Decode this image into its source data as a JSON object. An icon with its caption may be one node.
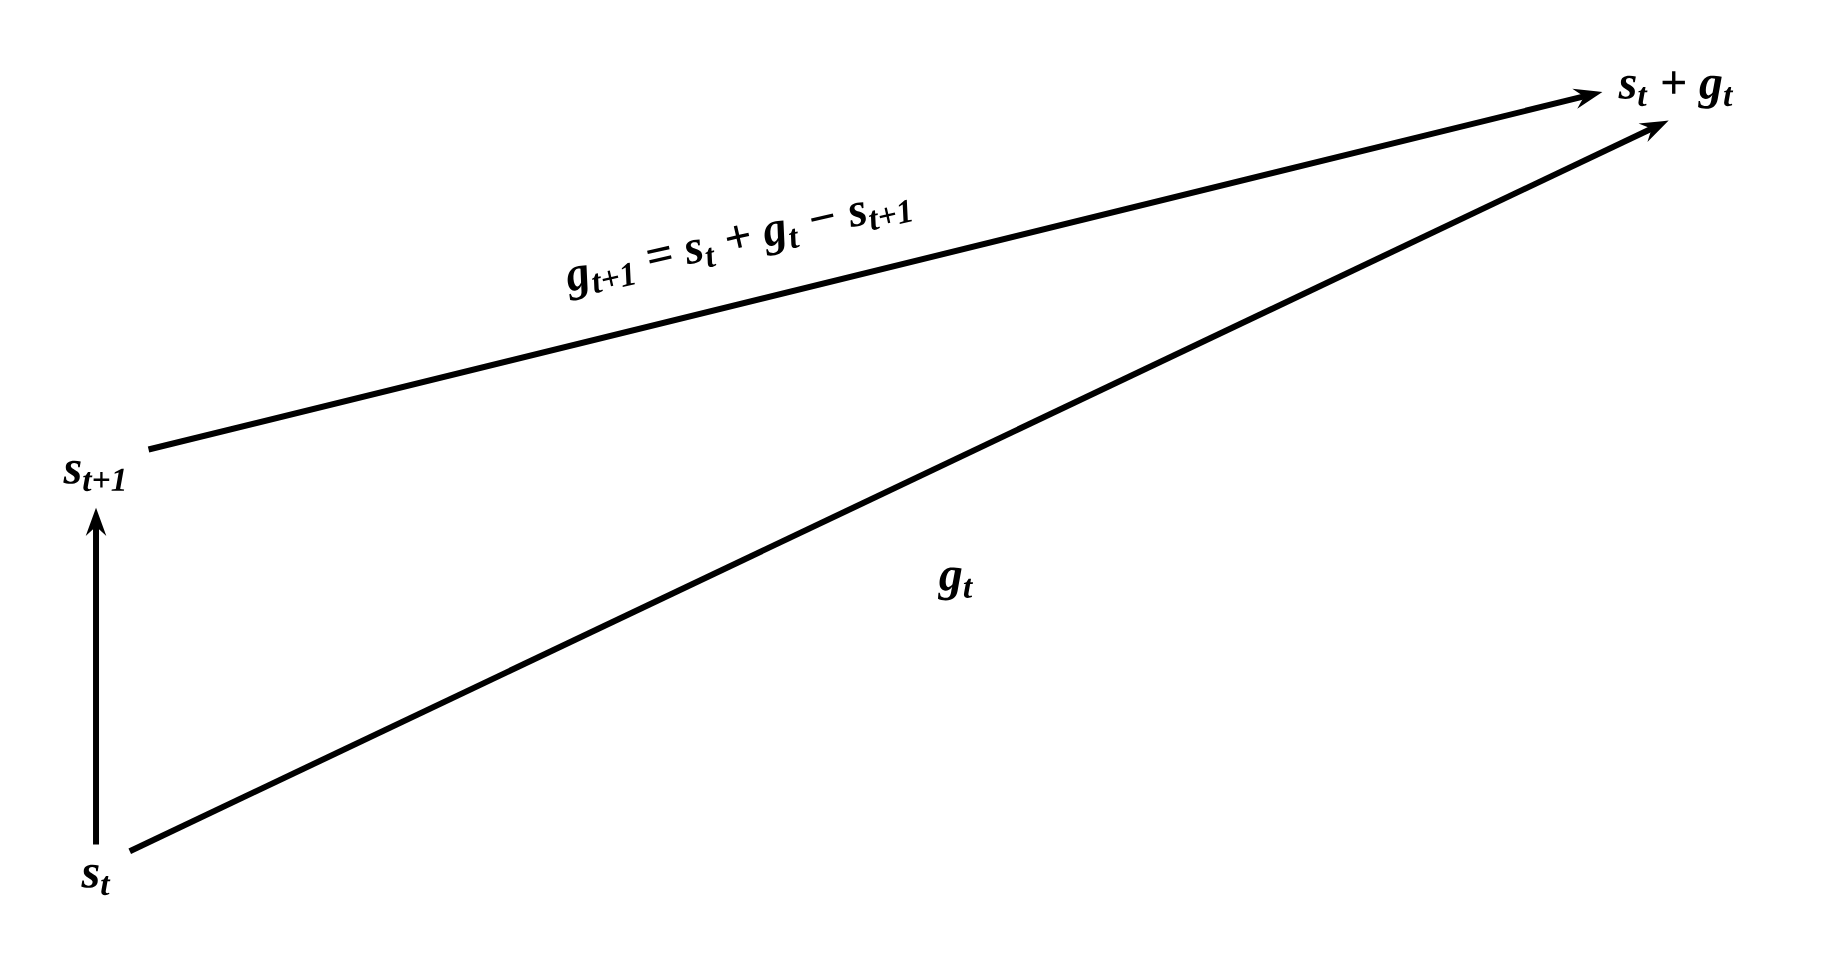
{
  "diagram": {
    "nodes": [
      {
        "text": [
          "s$_{t}$"
        ]
      },
      {
        "text": [
          "s$_{t+1}$"
        ]
      },
      {
        "text": [
          "s$_{t}$ + g$_{t}$"
        ]
      }
    ],
    "edges": [
      {
        "from": 0,
        "to": 1,
        "arrow": "to"
      },
      {
        "from": 0,
        "to": 2,
        "arrow": "to",
        "label": "g$_{t}$"
      },
      {
        "from": 1,
        "to": 2,
        "arrow": "to",
        "label": "g$_{t+1}$ = s$_{t}$ + g$_{t}$ − s$_{t+1}$"
      }
    ]
  }
}
